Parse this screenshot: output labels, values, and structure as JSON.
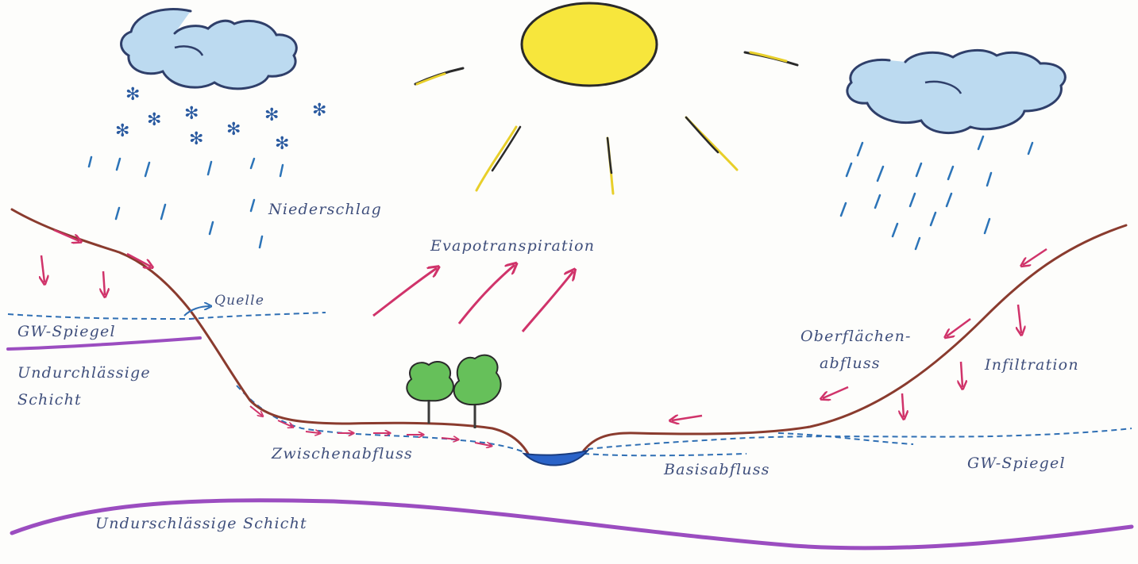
{
  "labels": {
    "niederschlag": "Niederschlag",
    "evapotranspiration": "Evapotranspiration",
    "quelle": "Quelle",
    "gw_spiegel_left": "GW-Spiegel",
    "undurchlaessige_left_line1": "Undurchlässige",
    "undurchlaessige_left_line2": "Schicht",
    "oberflaechen_line1": "Oberflächen-",
    "oberflaechen_line2": "abfluss",
    "infiltration": "Infiltration",
    "zwischenabfluss": "Zwischenabfluss",
    "basisabfluss": "Basisabfluss",
    "gw_spiegel_right": "GW-Spiegel",
    "undurschlaessige_bottom": "Undurschlässige Schicht"
  },
  "colors": {
    "cloud_fill": "#a8cdea",
    "cloud_outline": "#2f3f6a",
    "sun_fill": "#f7e63c",
    "sun_outline": "#2a2a2a",
    "sun_rays": "#e8cf2a",
    "rain": "#2c74b8",
    "snow": "#2a5aa0",
    "terrain": "#8a3b2e",
    "water_table": "#2f6fb4",
    "impermeable_layer": "#9b4dc0",
    "flow_arrows": "#d0336a",
    "river": "#2a63c8",
    "tree_crown": "#66c05a",
    "tree_trunk": "#3a3a3a",
    "label_text": "#3f4f7c"
  },
  "icons": [
    "cloud-icon",
    "sun-icon",
    "snowflake-icon",
    "raindrop-icon",
    "tree-icon",
    "river-icon",
    "arrow-icon"
  ]
}
